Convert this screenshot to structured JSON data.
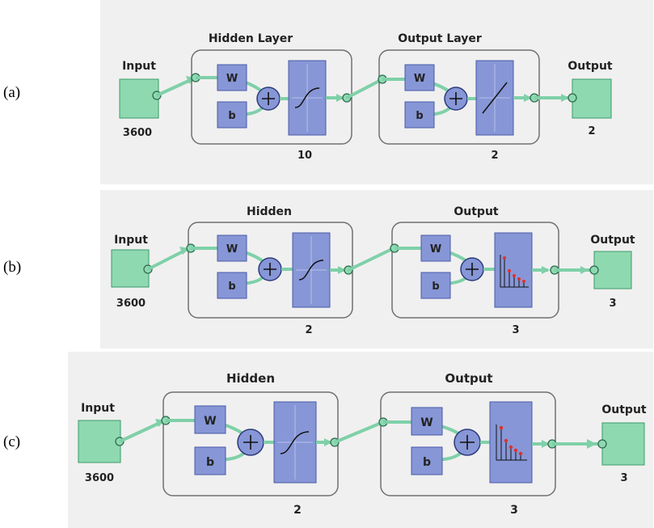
{
  "panels": [
    {
      "label": "(a)",
      "input": {
        "title": "Input",
        "size": "3600"
      },
      "hidden": {
        "title": "Hidden Layer",
        "size": "10",
        "weight": "W",
        "bias": "b",
        "transfer": "tansig"
      },
      "output_layer": {
        "title": "Output Layer",
        "size": "2",
        "weight": "W",
        "bias": "b",
        "transfer": "purelin"
      },
      "output": {
        "title": "Output",
        "size": "2"
      }
    },
    {
      "label": "(b)",
      "input": {
        "title": "Input",
        "size": "3600"
      },
      "hidden": {
        "title": "Hidden",
        "size": "2",
        "weight": "W",
        "bias": "b",
        "transfer": "tansig"
      },
      "output_layer": {
        "title": "Output",
        "size": "3",
        "weight": "W",
        "bias": "b",
        "transfer": "softmax"
      },
      "output": {
        "title": "Output",
        "size": "3"
      }
    },
    {
      "label": "(c)",
      "input": {
        "title": "Input",
        "size": "3600"
      },
      "hidden": {
        "title": "Hidden",
        "size": "2",
        "weight": "W",
        "bias": "b",
        "transfer": "tansig"
      },
      "output_layer": {
        "title": "Output",
        "size": "3",
        "weight": "W",
        "bias": "b",
        "transfer": "softmax"
      },
      "output": {
        "title": "Output",
        "size": "3"
      }
    }
  ],
  "colors": {
    "panel_bg": "#f0f0f0",
    "node_fill": "#8fd9b0",
    "node_stroke": "#3a9a6a",
    "connector": "#7fd0a8",
    "block_fill": "#8796d6",
    "block_stroke": "#4a5aa8",
    "layer_frame": "#707070",
    "softmax_dot": "#e0302a"
  }
}
